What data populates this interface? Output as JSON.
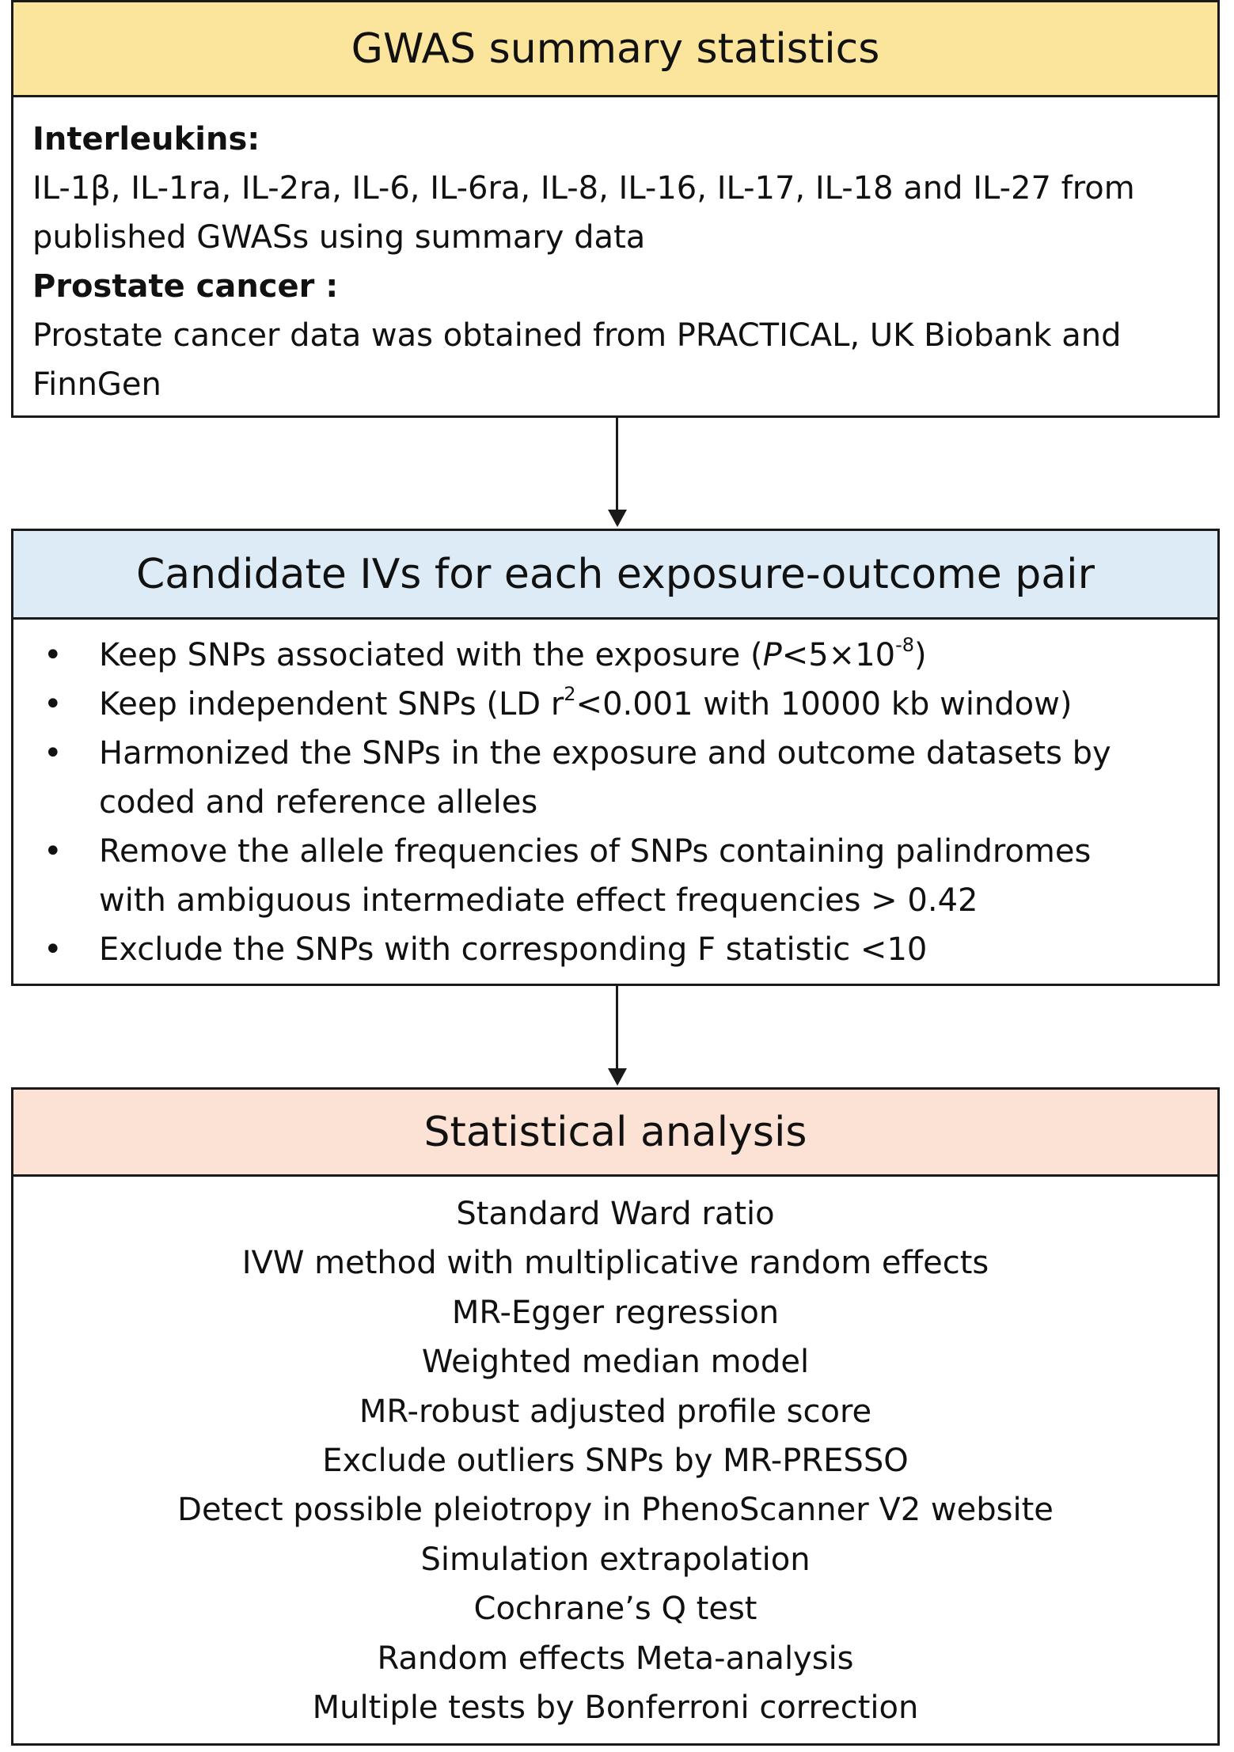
{
  "box1": {
    "header": "GWAS summary statistics",
    "interleukins_label": "Interleukins:",
    "interleukins_line1": "IL-1β, IL-1ra, IL-2ra, IL-6, IL-6ra, IL-8, IL-16, IL-17, IL-18 and IL-27 from",
    "interleukins_line2": "published GWASs using summary data",
    "prostate_label": "Prostate cancer :",
    "prostate_line1": "Prostate cancer data was obtained from PRACTICAL, UK Biobank and",
    "prostate_line2": "FinnGen",
    "colors": {
      "header_bg": "#fbe49c"
    }
  },
  "box2": {
    "header": "Candidate IVs for each exposure-outcome pair",
    "bullet_symbol": "•",
    "b1_pre": "Keep SNPs associated with the exposure (",
    "b1_p": "P",
    "b1_mid": "<5×10",
    "b1_sup": "-8",
    "b1_post": ")",
    "b2_pre": "Keep independent SNPs (LD r",
    "b2_sup": "2",
    "b2_post": "<0.001 with 10000 kb window)",
    "b3_line1": "Harmonized the SNPs in the exposure and outcome datasets by",
    "b3_line2": "coded and reference alleles",
    "b4_line1": "Remove the allele frequencies of SNPs containing palindromes",
    "b4_line2": "with ambiguous intermediate effect frequencies > 0.42",
    "b5": "Exclude the SNPs with corresponding F statistic <10",
    "colors": {
      "header_bg": "#dcebf6"
    }
  },
  "box3": {
    "header": "Statistical analysis",
    "methods": [
      "Standard Ward ratio",
      "IVW method with multiplicative random effects",
      "MR-Egger regression",
      "Weighted median model",
      "MR-robust adjusted profile score",
      "Exclude outliers SNPs by MR-PRESSO",
      "Detect possible pleiotropy in PhenoScanner V2 website",
      "Simulation extrapolation",
      "Cochrane’s Q test",
      "Random effects Meta-analysis",
      "Multiple tests by Bonferroni correction"
    ],
    "colors": {
      "header_bg": "#fbe2d4"
    }
  }
}
